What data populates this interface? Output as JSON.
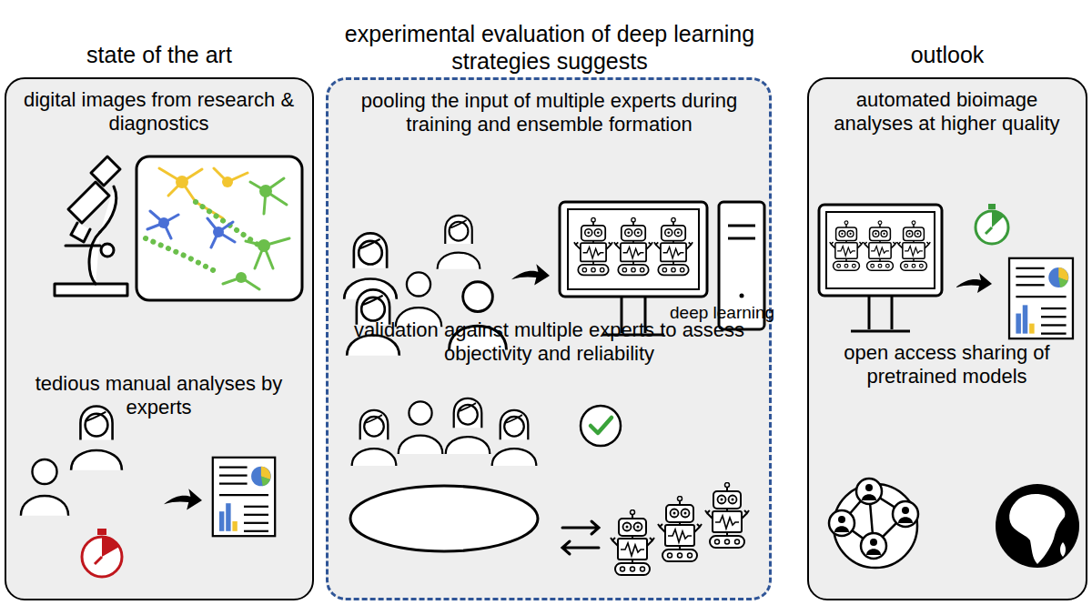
{
  "diagram": {
    "nodes": [
      {
        "text": [
          "state of the art",
          "digital images from research & diagnostics",
          "tedious manual analyses by experts"
        ]
      },
      {
        "text": [
          "experimental evaluation of deep learning strategies suggests",
          "pooling the input of multiple experts during training and ensemble formation",
          "validation against multiple experts to assess objectivity and reliability"
        ]
      },
      {
        "text": [
          "outlook",
          "automated bioimage analyses at higher quality",
          "open access sharing of pretrained models"
        ]
      }
    ],
    "labels": [
      "deep learning"
    ]
  }
}
